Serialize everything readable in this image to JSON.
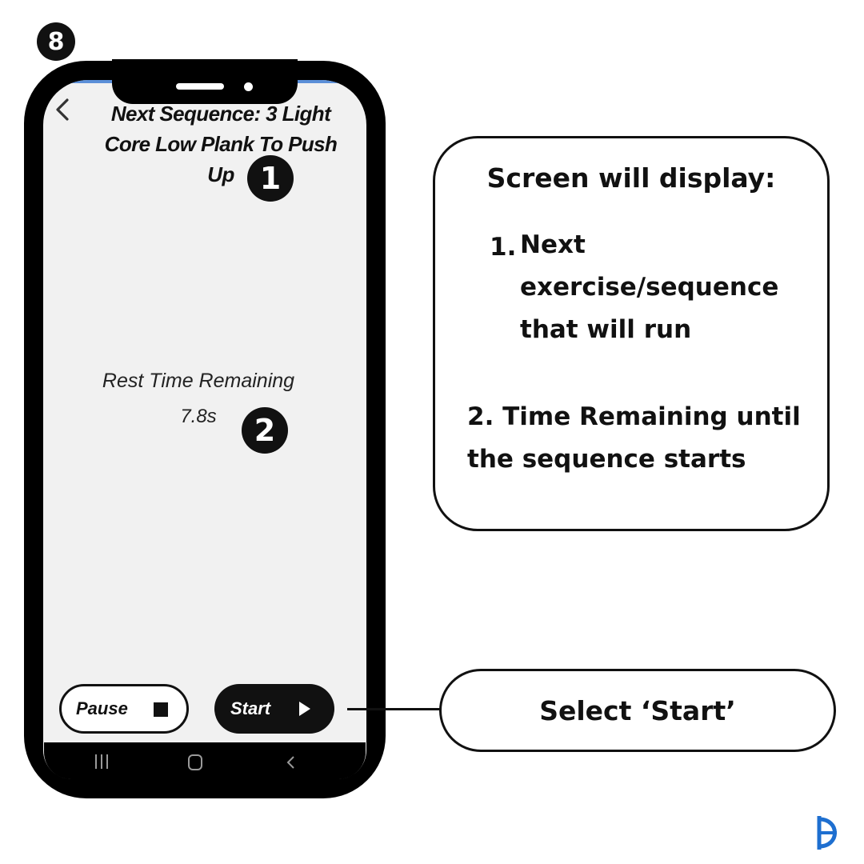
{
  "step_number": "8",
  "phone": {
    "sequence_title": "Next Sequence: 3 Light Core Low Plank To Push Up",
    "rest_label": "Rest Time Remaining",
    "rest_value": "7.8s",
    "pause_label": "Pause",
    "start_label": "Start",
    "icons": {
      "back": "chevron-left-icon",
      "pause": "stop-square-icon",
      "start": "play-icon",
      "nav": [
        "recents-icon",
        "home-icon",
        "back-icon"
      ]
    }
  },
  "callout_badges": [
    "1",
    "2"
  ],
  "info_box": {
    "title": "Screen will display:",
    "item1_number": "1.",
    "item1_text": "Next exercise/sequence that will run",
    "item2_text": "2. Time Remaining until the sequence starts"
  },
  "instruction": "Select ‘Start’",
  "colors": {
    "screen_bg": "#f1f1f1",
    "accent_line": "#5b8fd8",
    "logo_blue": "#1e6fd0"
  }
}
